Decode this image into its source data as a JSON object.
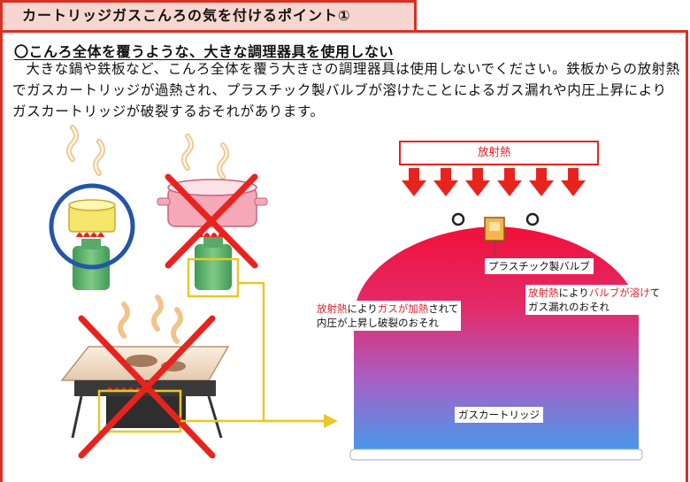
{
  "header": {
    "title": "カートリッジガスこんろの気を付けるポイント①"
  },
  "section": {
    "heading": "〇こんろ全体を覆うような、大きな調理器具を使用しない",
    "body": "大きな鍋や鉄板など、こんろ全体を覆う大きさの調理器具は使用しないでください。鉄板からの放射熱でガスカートリッジが過熱され、プラスチック製バルブが溶けたことによるガス漏れや内圧上昇によりガスカートリッジが破裂するおそれがあります。"
  },
  "diagram": {
    "radiant_heat_label": "放射熱",
    "valve_label": "プラスチック製バルブ",
    "left_note": {
      "part1": "放射熱",
      "part2": "により",
      "part3": "ガスが加熱",
      "part4": "されて",
      "line2": "内圧が上昇し破裂のおそれ"
    },
    "right_note": {
      "part1": "放射熱",
      "part2": "により",
      "part3": "バルブが溶け",
      "part4": "て",
      "line2": "ガス漏れのおそれ"
    },
    "cartridge_label": "ガスカートリッジ",
    "colors": {
      "frame": "#d93025",
      "arrow": "#e8231d",
      "ok_circle": "#2456a6",
      "cross": "#e8231d",
      "callout": "#e8c82a"
    }
  }
}
